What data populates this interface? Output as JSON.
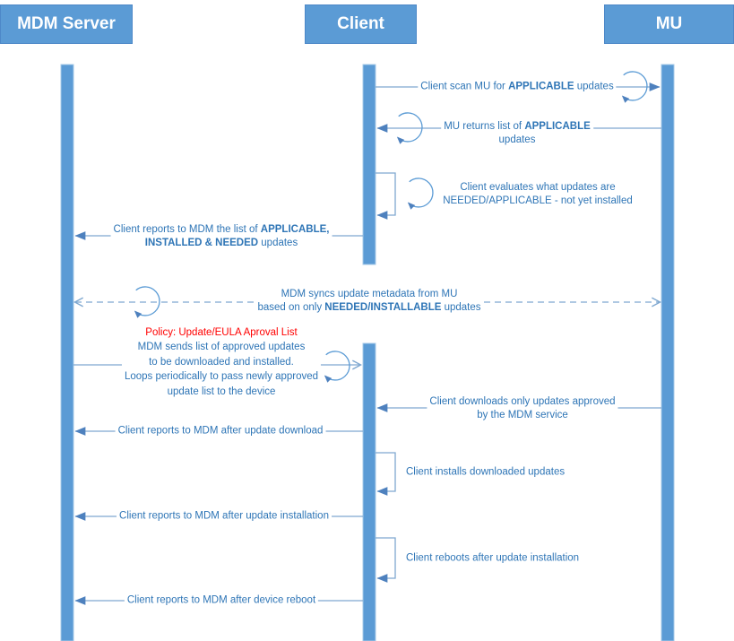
{
  "diagram": {
    "type": "sequence-diagram",
    "actors": {
      "mdm": "MDM Server",
      "client": "Client",
      "mu": "MU"
    },
    "messages": {
      "scan": {
        "l1a": "Client scan MU for ",
        "l1b": "APPLICABLE",
        "l1c": " updates"
      },
      "returns": {
        "l1a": "MU returns list of ",
        "l1b": "APPLICABLE",
        "l2": "updates"
      },
      "evaluates": {
        "l1": "Client evaluates what updates are",
        "l2": "NEEDED/APPLICABLE - not yet installed"
      },
      "reports_list": {
        "l1a": "Client reports to MDM the list of ",
        "l1b": "APPLICABLE,",
        "l2a": "INSTALLED & NEEDED",
        "l2b": " updates"
      },
      "sync": {
        "l1": "MDM syncs update metadata from MU",
        "l2a": "based on only ",
        "l2b": "NEEDED/INSTALLABLE",
        "l2c": " updates"
      },
      "policy": {
        "title": "Policy: Update/EULA Aproval List",
        "l1": "MDM sends list of approved updates",
        "l2": "to be downloaded and installed.",
        "l3": "Loops periodically to pass newly approved",
        "l4": "update list to the device"
      },
      "downloads": {
        "l1": "Client downloads only updates approved",
        "l2": "by the MDM service"
      },
      "report_download": "Client reports to MDM after update download",
      "installs": "Client installs downloaded updates",
      "report_install": "Client reports to MDM after update installation",
      "reboots": "Client reboots after update installation",
      "report_reboot": "Client reports to MDM after device reboot"
    },
    "icons": {
      "loop": "circular-arrow-loop"
    },
    "colors": {
      "actor_fill": "#5B9BD5",
      "lifeline_fill": "#5B9BD5",
      "line": "#7FA8D0",
      "arrowhead": "#4E81BE",
      "text": "#2E75B6",
      "policy_title": "#FF0000"
    }
  }
}
